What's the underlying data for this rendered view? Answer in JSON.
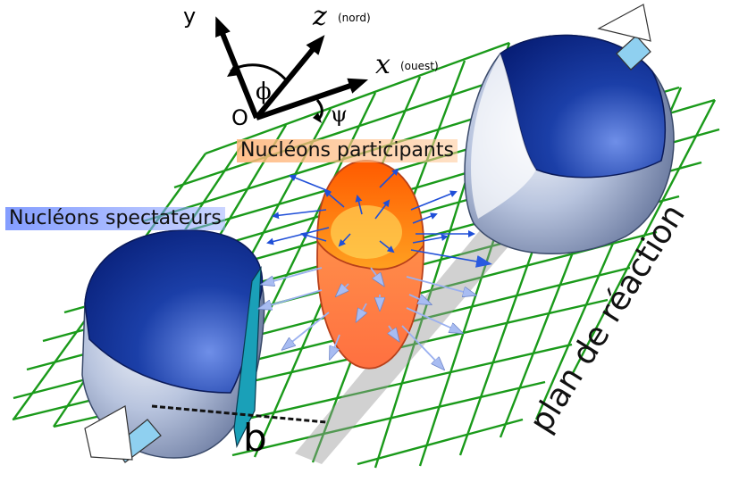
{
  "axes": {
    "y": "y",
    "z": "z",
    "z_note": "(nord)",
    "x": "x",
    "x_note": "(ouest)",
    "origin": "O",
    "phi": "ϕ",
    "psi": "ψ"
  },
  "labels": {
    "participants": "Nucléons participants",
    "spectators": "Nucléons spectateurs",
    "reaction_plane": "plan de réaction",
    "impact_parameter": "b"
  },
  "colors": {
    "grid": "#1a9a1a",
    "nucleus_dark": "#0b2a8a",
    "nucleus_light": "#e8ecf6",
    "cut_face": "#1aa0b8",
    "fireball_top": "#ff6a00",
    "fireball_bottom": "#ffb070",
    "arrow_dark": "#1f4fd8",
    "arrow_light": "#9ab0f0",
    "motion_arrow": "#8fd0f0"
  }
}
